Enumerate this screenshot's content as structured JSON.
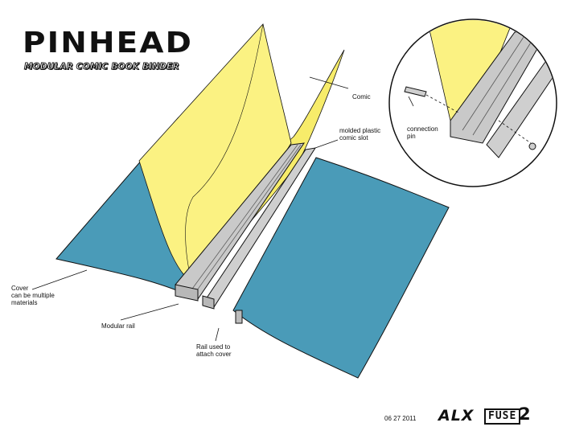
{
  "title": "PINHEAD",
  "subtitle": "MODULAR COMIC BOOK BINDER",
  "labels": {
    "comic": "Comic",
    "comic_slot": "molded plastic\ncomic slot",
    "connection_pin": "connection\npin",
    "cover": "Cover\ncan be multiple\nmaterials",
    "modular_rail": "Modular rail",
    "rail_cover": "Rail used to\nattach cover"
  },
  "footer": {
    "date": "06 27 2011",
    "brand": "ALX",
    "fuse": "FUSE",
    "number": "2"
  },
  "colors": {
    "cover_blue": "#4a9bb8",
    "comic_yellow": "#fbf282",
    "rail_gray": "#c9c9c9",
    "ink": "#111111"
  }
}
